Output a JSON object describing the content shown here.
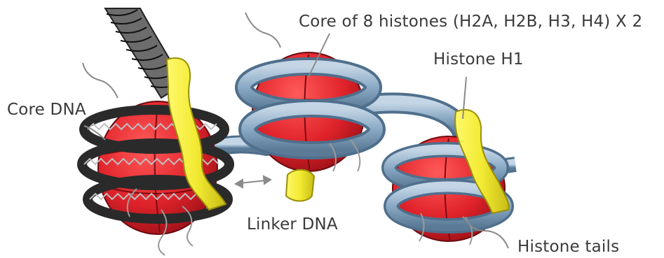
{
  "labels": {
    "core_of_8_histones": "Core of 8 histones (H2A, H2B, H3, H4) X 2",
    "histone_h1": "Histone H1",
    "core_dna": "Core DNA",
    "linker_dna": "Linker DNA",
    "histone_tails": "Histone tails"
  },
  "colors": {
    "histone_red": "#e0232b",
    "histone_red_dark": "#a8141c",
    "dna_blue": "#8aa9c4",
    "dna_blue_dark": "#4f6f8c",
    "dna_black": "#2a2a2a",
    "h1_yellow": "#f2ea32",
    "h1_yellow_dark": "#b9ad12",
    "leader_gray": "#8a8a8a"
  }
}
